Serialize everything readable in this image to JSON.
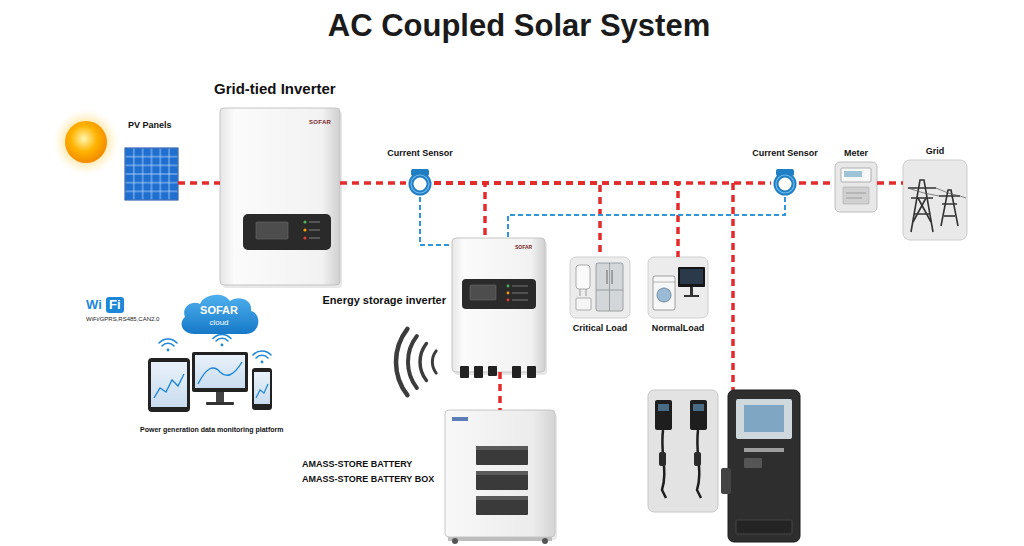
{
  "diagram": {
    "title": "AC Coupled Solar System",
    "nodes": [
      {
        "text": [
          "PV Panels"
        ]
      },
      {
        "text": [
          "Grid-tied Inverter"
        ]
      },
      {
        "text": [
          "Current Sensor"
        ]
      },
      {
        "text": [
          "Current Sensor"
        ]
      },
      {
        "text": [
          "Meter"
        ]
      },
      {
        "text": [
          "Grid"
        ]
      },
      {
        "text": [
          "Energy storage inverter"
        ]
      },
      {
        "text": [
          "Critical Load"
        ]
      },
      {
        "text": [
          "NormalLoad"
        ]
      },
      {
        "text": [
          "SOFAR",
          "cloud"
        ]
      },
      {
        "text": [
          "AMASS-STORE BATTERY",
          "AMASS-STORE BATTERY BOX"
        ]
      }
    ],
    "edges": [
      {
        "from": 0,
        "to": 1,
        "arrow": "none"
      },
      {
        "from": 1,
        "to": 2,
        "arrow": "none"
      },
      {
        "from": 2,
        "to": 3,
        "arrow": "none"
      },
      {
        "from": 3,
        "to": 4,
        "arrow": "none"
      },
      {
        "from": 4,
        "to": 5,
        "arrow": "none"
      },
      {
        "from": 2,
        "to": 6,
        "arrow": "none"
      },
      {
        "from": 2,
        "to": 7,
        "arrow": "none"
      },
      {
        "from": 2,
        "to": 8,
        "arrow": "none"
      },
      {
        "from": 2,
        "to": 6,
        "arrow": "none"
      },
      {
        "from": 3,
        "to": 6,
        "arrow": "none"
      },
      {
        "from": 6,
        "to": 10,
        "arrow": "none"
      }
    ],
    "labels": [
      "SOFAR",
      "SOFAR",
      "Wi",
      "Fi",
      "WiFi/GPRS,RS485,CAN2.0",
      "Power generation data monitoring platform"
    ]
  }
}
